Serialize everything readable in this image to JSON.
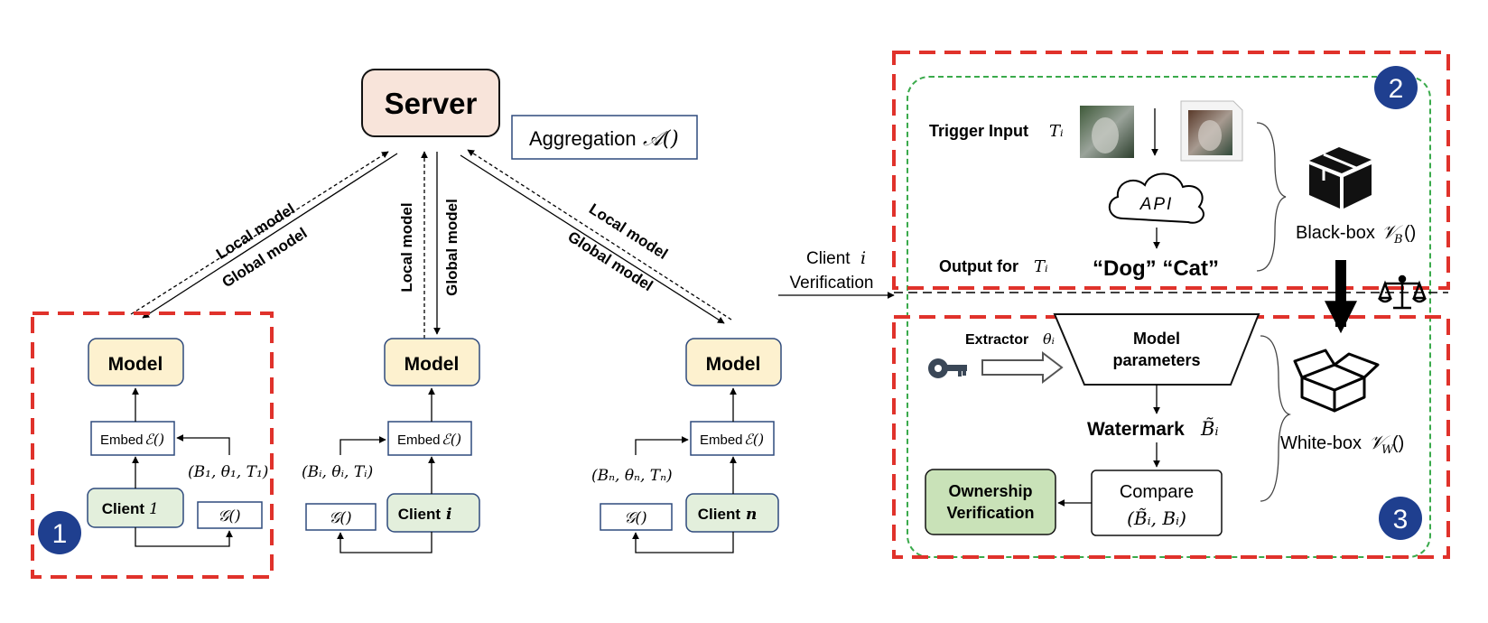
{
  "server": {
    "label": "Server"
  },
  "aggregation": {
    "text": "Aggregation",
    "symbol": "𝒜()"
  },
  "links": {
    "local_model": "Local model",
    "global_model": "Global model"
  },
  "clients": [
    {
      "model": "Model",
      "embed": "Embed",
      "embed_symbol": "ℰ()",
      "name": "Client",
      "index": "1",
      "gen": "𝒢()",
      "tuple": "(B₁, θ₁, T₁)"
    },
    {
      "model": "Model",
      "embed": "Embed",
      "embed_symbol": "ℰ()",
      "name": "Client",
      "index": "i",
      "gen": "𝒢()",
      "tuple": "(Bᵢ, θᵢ, Tᵢ)"
    },
    {
      "model": "Model",
      "embed": "Embed",
      "embed_symbol": "ℰ()",
      "name": "Client",
      "index": "n",
      "gen": "𝒢()",
      "tuple": "(Bₙ, θₙ, Tₙ)"
    }
  ],
  "client_verification": {
    "line1": "Client",
    "line1_var": "i",
    "line2": "Verification"
  },
  "blackbox": {
    "trigger_input": "Trigger Input",
    "trigger_var": "Tᵢ",
    "api": "API",
    "output_for": "Output for",
    "output_var": "Tᵢ",
    "outputs": "“Dog” “Cat”",
    "label": "Black-box",
    "label_symbol": "𝒱",
    "label_sub": "B",
    "label_paren": "()"
  },
  "whitebox": {
    "extractor": "Extractor",
    "extractor_var": "θᵢ",
    "model_params_line1": "Model",
    "model_params_line2": "parameters",
    "watermark": "Watermark",
    "watermark_var": "B̃ᵢ",
    "compare_line1": "Compare",
    "compare_line2": "(B̃ᵢ, Bᵢ)",
    "ownership_line1": "Ownership",
    "ownership_line2": "Verification",
    "label": "White-box",
    "label_symbol": "𝒱",
    "label_sub": "W",
    "label_paren": "()"
  },
  "badges": [
    "1",
    "2",
    "3"
  ],
  "colors": {
    "server_fill": "#f8e4da",
    "model_fill": "#fdf1cf",
    "client_fill": "#e3efdc",
    "box_border": "#2e4a7d",
    "red_dash": "#e0322b",
    "green_dash": "#3aaa4b",
    "badge_fill": "#1f3f8f",
    "ownership_fill": "#c9e2b8"
  }
}
